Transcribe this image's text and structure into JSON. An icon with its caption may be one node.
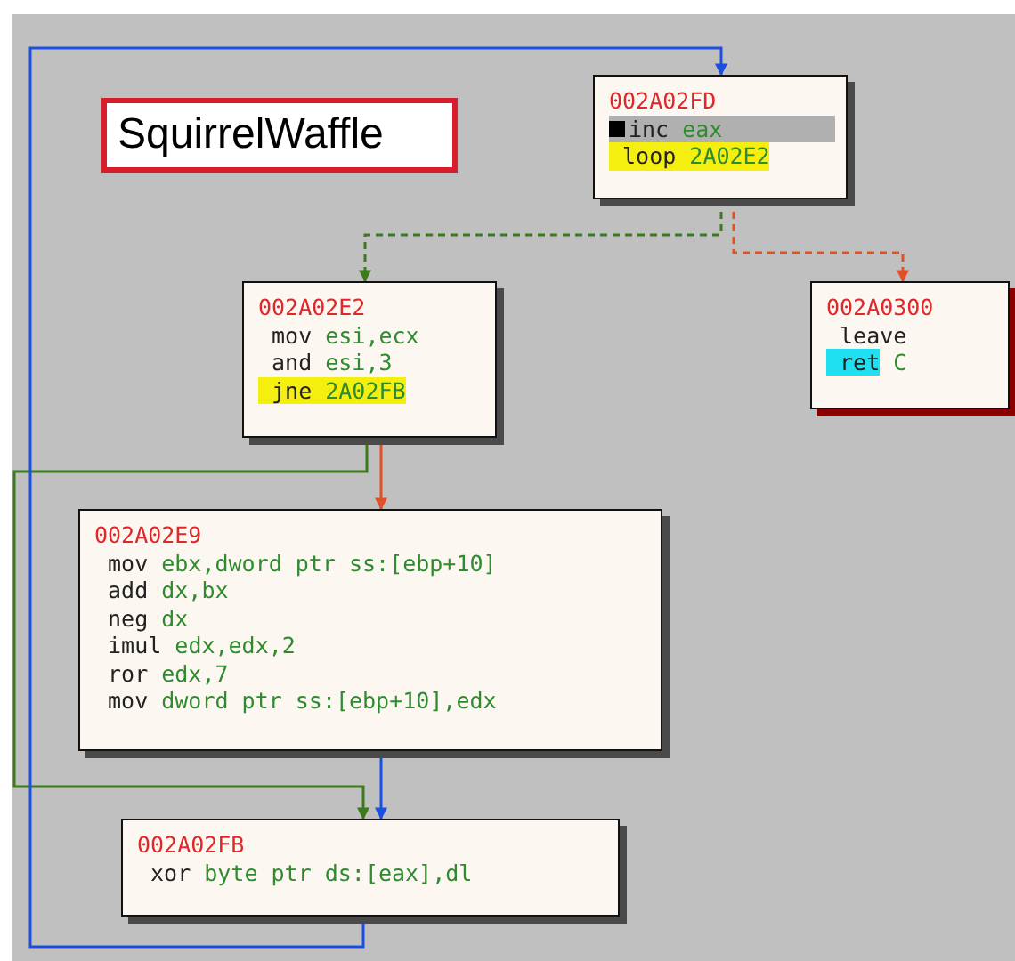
{
  "diagram": {
    "nodes": [
      {
        "text": [
          "SquirrelWaffle"
        ]
      },
      {
        "text": [
          "002A02FD",
          "inc eax",
          "loop 2A02E2"
        ]
      },
      {
        "text": [
          "002A02E2",
          "mov esi,ecx",
          "and esi,3",
          "jne 2A02FB"
        ]
      },
      {
        "text": [
          "002A0300",
          "leave",
          "ret C"
        ]
      },
      {
        "text": [
          "002A02E9",
          "mov ebx,dword ptr ss:[ebp+10]",
          "add dx,bx",
          "neg dx",
          "imul edx,edx,2",
          "ror edx,7",
          "mov dword ptr ss:[ebp+10],edx"
        ]
      },
      {
        "text": [
          "002A02FB",
          "xor byte ptr ds:[eax],dl"
        ]
      }
    ],
    "edges": [
      {
        "from": 1,
        "to": 2,
        "arrow": "to",
        "style": "dashed",
        "color": "#3d7a1e"
      },
      {
        "from": 1,
        "to": 3,
        "arrow": "to",
        "style": "dashed",
        "color": "#e0502a"
      },
      {
        "from": 2,
        "to": 4,
        "arrow": "to",
        "color": "#e0502a"
      },
      {
        "from": 2,
        "to": 5,
        "arrow": "to",
        "color": "#3d7a1e"
      },
      {
        "from": 4,
        "to": 5,
        "arrow": "to",
        "color": "#1a4fe0"
      },
      {
        "from": 5,
        "to": 1,
        "arrow": "to",
        "color": "#1a4fe0"
      }
    ]
  }
}
